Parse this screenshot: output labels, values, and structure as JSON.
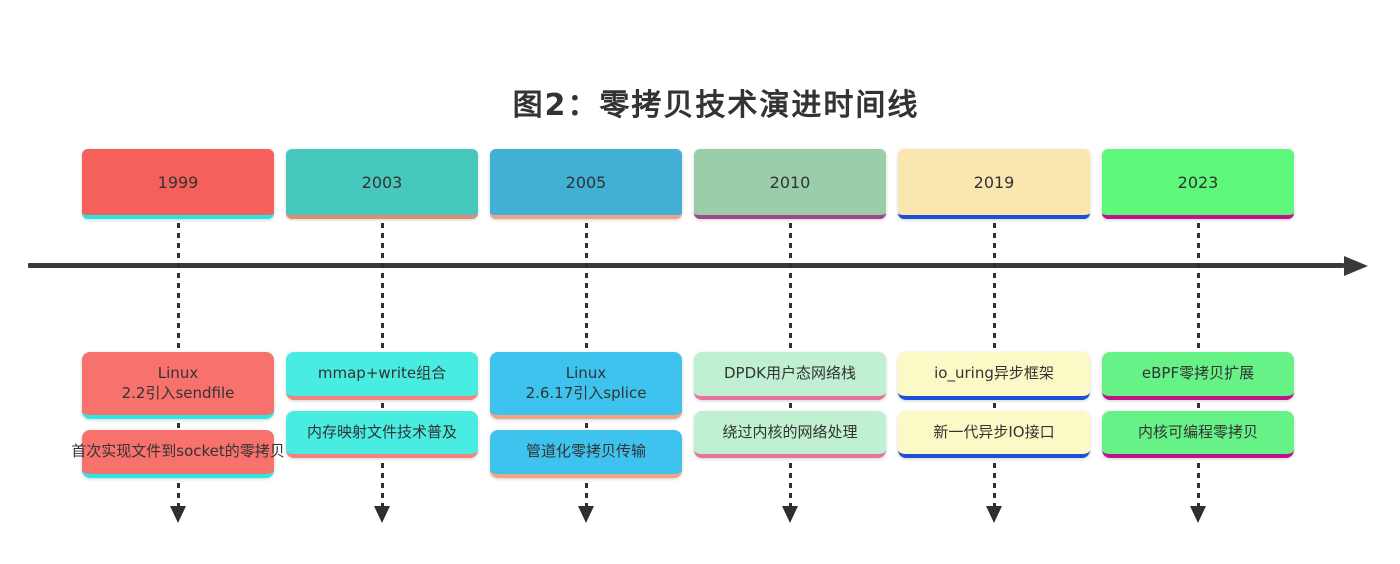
{
  "title": "图2：零拷贝技术演进时间线",
  "colors": {
    "text": "#333333",
    "axis": "#3a3a3a",
    "dash": "#2f2f2f",
    "background": "#ffffff"
  },
  "columns": [
    {
      "year": "1999",
      "year_bg": "#f5605a",
      "year_border": "#24e6e2",
      "event_bg": "#f7716d",
      "event_border": "#2ae8e4",
      "events": [
        "Linux\n2.2引入sendfile",
        "首次实现文件到socket的零拷贝"
      ]
    },
    {
      "year": "2003",
      "year_bg": "#47c8bd",
      "year_border": "#df8b78",
      "event_bg": "#48ece1",
      "event_border": "#f2837e",
      "events": [
        "mmap+write组合",
        "内存映射文件技术普及"
      ]
    },
    {
      "year": "2005",
      "year_bg": "#40b1d5",
      "year_border": "#efa284",
      "event_bg": "#3ec3ef",
      "event_border": "#f2a585",
      "events": [
        "Linux\n2.6.17引入splice",
        "管道化零拷贝传输"
      ]
    },
    {
      "year": "2010",
      "year_bg": "#9acda9",
      "year_border": "#9c4a85",
      "event_bg": "#bff0d2",
      "event_border": "#e7739c",
      "events": [
        "DPDK用户态网络栈",
        "绕过内核的网络处理"
      ]
    },
    {
      "year": "2019",
      "year_bg": "#fae6af",
      "year_border": "#1c50d6",
      "event_bg": "#fbfac6",
      "event_border": "#1c50d6",
      "events": [
        "io_uring异步框架",
        "新一代异步IO接口"
      ]
    },
    {
      "year": "2023",
      "year_bg": "#5ef97b",
      "year_border": "#c0138a",
      "event_bg": "#67f287",
      "event_border": "#c0138a",
      "events": [
        "eBPF零拷贝扩展",
        "内核可编程零拷贝"
      ]
    }
  ]
}
